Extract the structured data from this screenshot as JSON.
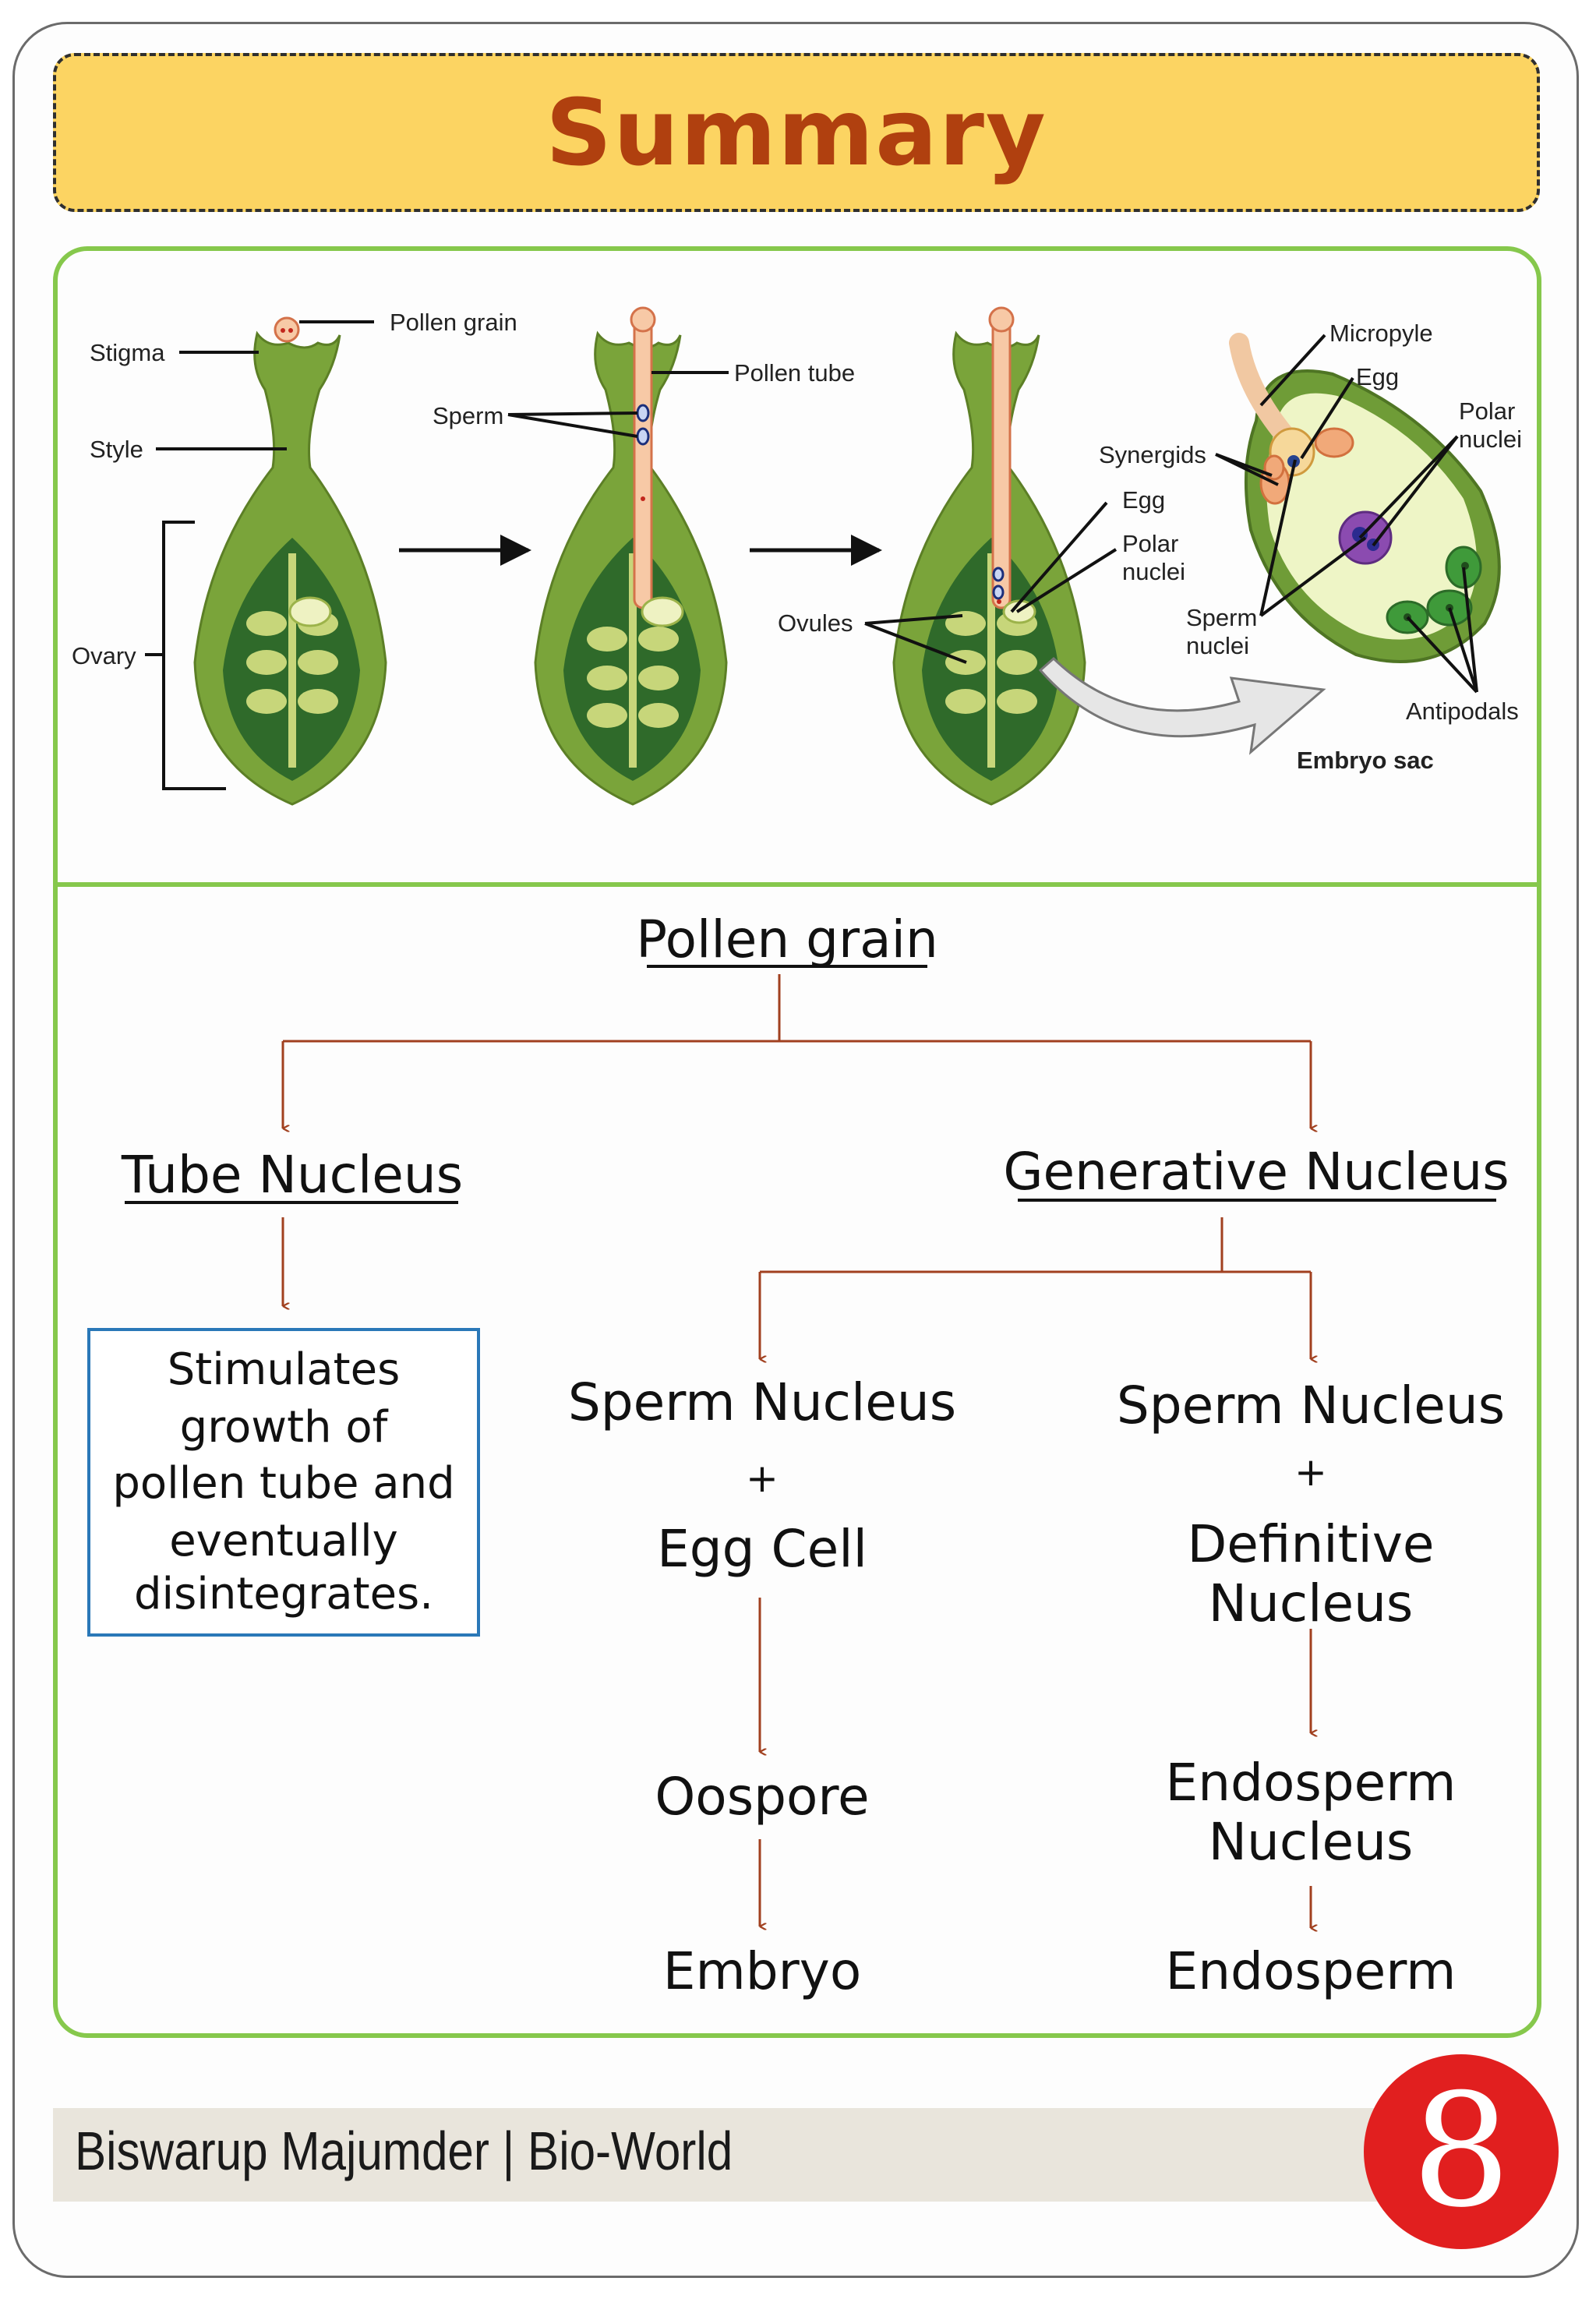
{
  "title": "Summary",
  "figure": {
    "labels": {
      "stigma": "Stigma",
      "style": "Style",
      "ovary": "Ovary",
      "pollen_grain": "Pollen grain",
      "sperm": "Sperm",
      "pollen_tube": "Pollen tube",
      "ovules": "Ovules",
      "synergids": "Synergids",
      "egg_1": "Egg",
      "polar_1a": "Polar",
      "polar_1b": "nuclei",
      "micropyle": "Micropyle",
      "egg_2": "Egg",
      "polar_2a": "Polar",
      "polar_2b": "nuclei",
      "sperm_nuclei_a": "Sperm",
      "sperm_nuclei_b": "nuclei",
      "antipodals": "Antipodals",
      "embryo_sac": "Embryo sac"
    }
  },
  "flowchart": {
    "root": "Pollen grain",
    "tube_nucleus": "Tube Nucleus",
    "generative_nucleus": "Generative Nucleus",
    "tube_note": [
      "Stimulates",
      "growth of",
      "pollen tube and",
      "eventually",
      "disintegrates."
    ],
    "left_branch": {
      "line1": "Sperm Nucleus",
      "plus": "+",
      "line2": "Egg Cell",
      "result1": "Oospore",
      "result2": "Embryo"
    },
    "right_branch": {
      "line1": "Sperm Nucleus",
      "plus": "+",
      "line2a": "Definitive",
      "line2b": "Nucleus",
      "result1a": "Endosperm",
      "result1b": "Nucleus",
      "result2": "Endosperm"
    }
  },
  "footer": {
    "credit": "Biswarup Majumder | Bio-World",
    "page_number": "8"
  },
  "colors": {
    "title_text": "#b0400f",
    "banner_fill": "#fcd462",
    "panel_border": "#86c84c",
    "arrow": "#a1401f",
    "note_border": "#2a78b8",
    "badge": "#e11f1f"
  }
}
